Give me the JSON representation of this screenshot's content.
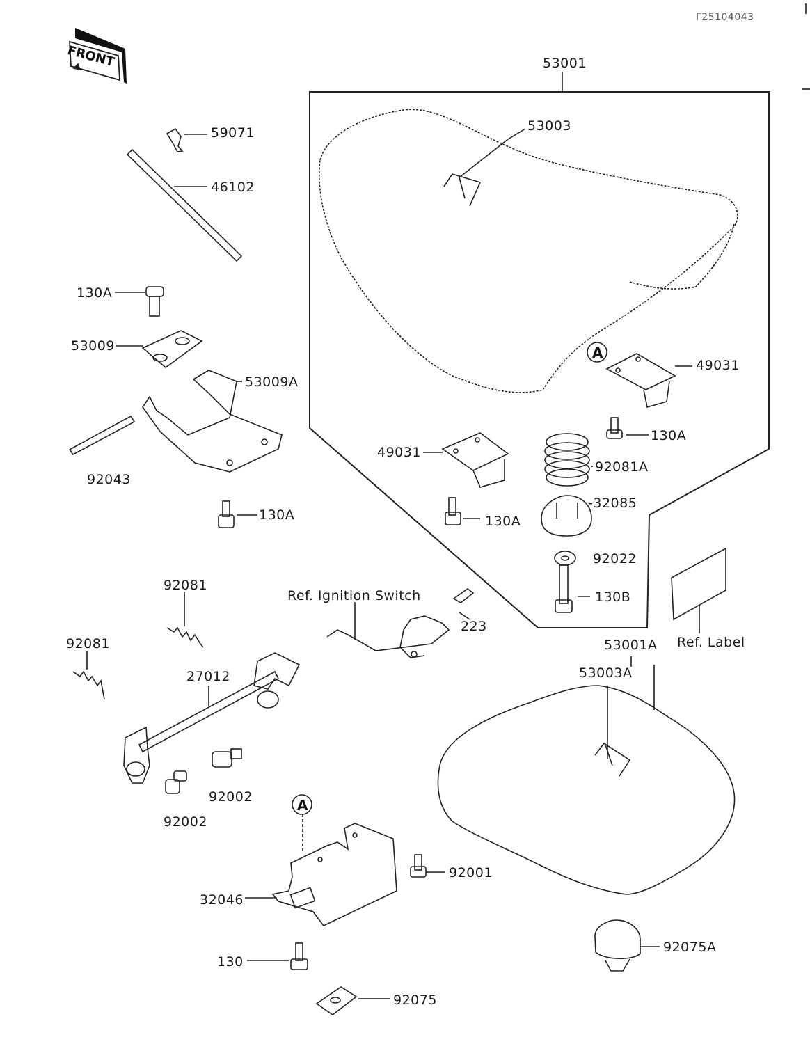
{
  "header": {
    "doc_code": "Γ25104043"
  },
  "front_badge": {
    "label": "FRONT",
    "icon": "front-direction-icon"
  },
  "callouts": {
    "a_marker": "A"
  },
  "parts": {
    "p53001": "53001",
    "p53003": "53003",
    "p59071": "59071",
    "p46102": "46102",
    "p130a_1": "130A",
    "p53009": "53009",
    "p53009a": "53009A",
    "p92043": "92043",
    "p130a_2": "130A",
    "p49031_r": "49031",
    "p130a_3": "130A",
    "p92081a": "92081A",
    "p49031_l": "49031",
    "p32085": "-32085",
    "p130a_4": "130A",
    "p92022": "92022",
    "p130b": "130B",
    "p92081_1": "92081",
    "p92081_2": "92081",
    "ref_ignition": "Ref. Ignition Switch",
    "p223": "223",
    "p53001a": "53001A",
    "p53003a": "53003A",
    "ref_label": "Ref. Label",
    "p27012": "27012",
    "p92002_1": "92002",
    "p92002_2": "92002",
    "p32046": "32046",
    "p92001": "92001",
    "p130": "130",
    "p92075": "92075",
    "p92075a": "92075A"
  }
}
